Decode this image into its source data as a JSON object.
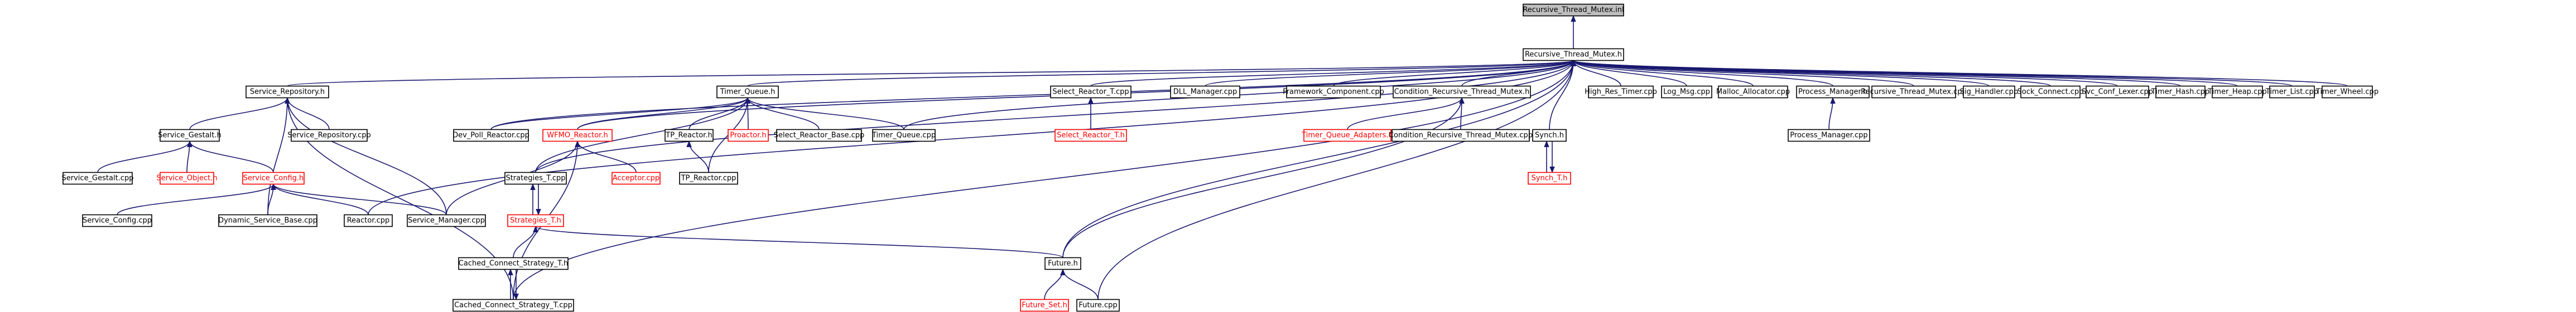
{
  "nodes": {
    "n_root": "Recursive_Thread_Mutex.inl",
    "n_rtm_h": "Recursive_Thread_Mutex.h",
    "n_srep_h": "Service_Repository.h",
    "n_tq_h": "Timer_Queue.h",
    "n_srt_cpp": "Select_Reactor_T.cpp",
    "n_dll": "DLL_Manager.cpp",
    "n_fw": "Framework_Component.cpp",
    "n_crtm_h": "Condition_Recursive_Thread_Mutex.h",
    "n_synch_h": "Synch.h",
    "n_hrt": "High_Res_Timer.cpp",
    "n_log": "Log_Msg.cpp",
    "n_malloc": "Malloc_Allocator.cpp",
    "n_pm_h": "Process_Manager.h",
    "n_rtm_cpp": "Recursive_Thread_Mutex.cpp",
    "n_sig": "Sig_Handler.cpp",
    "n_sock": "Sock_Connect.cpp",
    "n_svc_lexer": "Svc_Conf_Lexer.cpp",
    "n_th_hash": "Timer_Hash.cpp",
    "n_th_heap": "Timer_Heap.cpp",
    "n_tlist": "Timer_List.cpp",
    "n_twheel": "Timer_Wheel.cpp",
    "n_sg_h": "Service_Gestalt.h",
    "n_srep_cpp": "Service_Repository.cpp",
    "n_dev_poll": "Dev_Poll_Reactor.cpp",
    "n_wfmo_h": "WFMO_Reactor.h",
    "n_tp_h": "TP_Reactor.h",
    "n_proactor": "Proactor.h",
    "n_srb": "Select_Reactor_Base.cpp",
    "n_tq_cpp": "Timer_Queue.cpp",
    "n_srt_h": "Select_Reactor_T.h",
    "n_tqa": "Timer_Queue_Adapters.h",
    "n_crtm_cpp": "Condition_Recursive_Thread_Mutex.cpp",
    "n_synch_t": "Synch_T.h",
    "n_pm_cpp": "Process_Manager.cpp",
    "n_sg_cpp": "Service_Gestalt.cpp",
    "n_so_h": "Service_Object.h",
    "n_sc_h": "Service_Config.h",
    "n_strat_cpp": "Strategies_T.cpp",
    "n_acceptor": "Acceptor.cpp",
    "n_tp_cpp": "TP_Reactor.cpp",
    "n_sc_cpp": "Service_Config.cpp",
    "n_dsb": "Dynamic_Service_Base.cpp",
    "n_reactor": "Reactor.cpp",
    "n_sm": "Service_Manager.cpp",
    "n_strat_h": "Strategies_T.h",
    "n_future_h": "Future.h",
    "n_ccs_h": "Cached_Connect_Strategy_T.h",
    "n_future_set": "Future_Set.h",
    "n_future_cpp": "Future.cpp",
    "n_ccs_cpp": "Cached_Connect_Strategy_T.cpp"
  },
  "colors": {
    "edge": "#191970",
    "root_fill": "#bfbfbf",
    "missing_border": "#ff0000",
    "border": "#000000"
  }
}
